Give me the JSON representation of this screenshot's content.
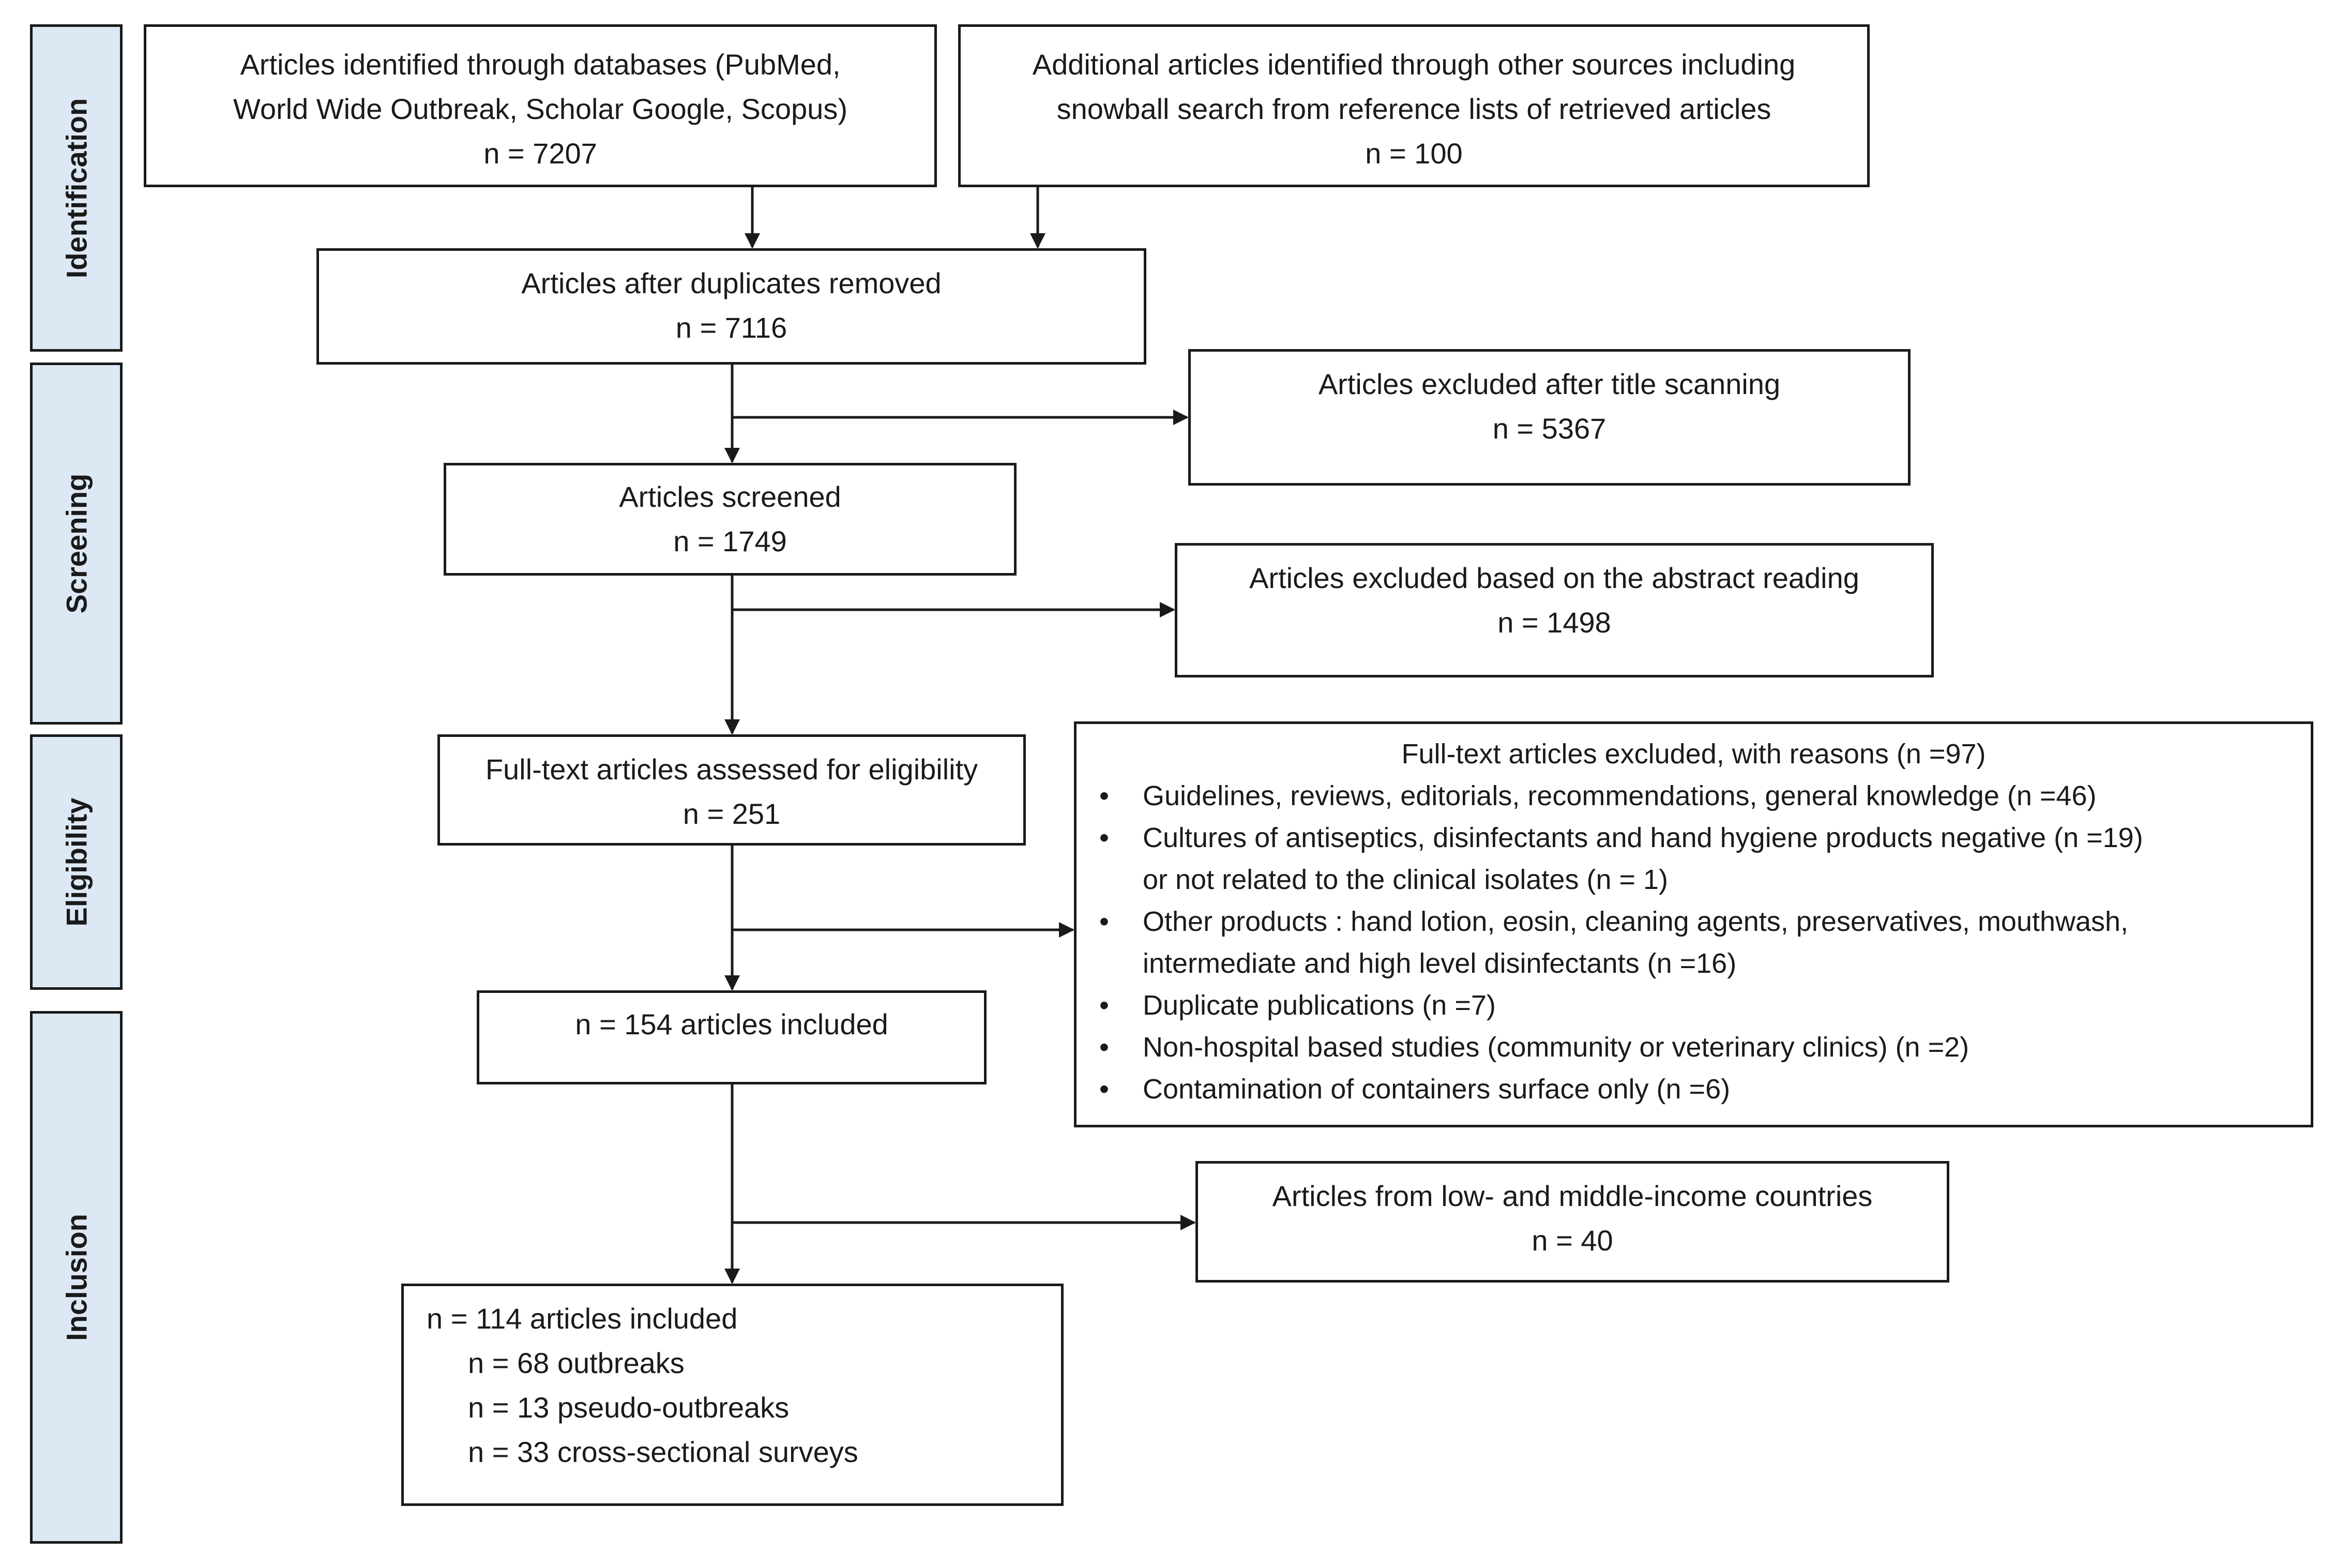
{
  "phases": {
    "identification": "Identification",
    "screening": "Screening",
    "eligibility": "Eligibility",
    "inclusion": "Inclusion"
  },
  "boxes": {
    "databases": {
      "line1": "Articles identified through databases (PubMed,",
      "line2": "World Wide Outbreak, Scholar Google, Scopus)",
      "count": "n = 7207"
    },
    "other_sources": {
      "line1": "Additional articles identified through other sources including",
      "line2": "snowball search from reference lists of retrieved articles",
      "count": "n = 100"
    },
    "duplicates_removed": {
      "line1": "Articles after duplicates removed",
      "count": "n = 7116"
    },
    "excluded_title": {
      "line1": "Articles excluded after title scanning",
      "count": "n = 5367"
    },
    "screened": {
      "line1": "Articles screened",
      "count": "n = 1749"
    },
    "excluded_abstract": {
      "line1": "Articles excluded based on the abstract reading",
      "count": "n = 1498"
    },
    "fulltext_assessed": {
      "line1": "Full-text articles assessed for eligibility",
      "count": "n = 251"
    },
    "fulltext_excluded": {
      "title": "Full-text articles excluded, with reasons (n =97)",
      "reasons": [
        {
          "lines": [
            "Guidelines, reviews, editorials, recommendations, general knowledge (n =46)"
          ]
        },
        {
          "lines": [
            "Cultures of antiseptics, disinfectants and hand hygiene products negative (n =19)",
            "or not related to the clinical isolates (n = 1)"
          ]
        },
        {
          "lines": [
            "Other products : hand lotion, eosin, cleaning agents, preservatives, mouthwash,",
            "intermediate and high level disinfectants (n =16)"
          ]
        },
        {
          "lines": [
            "Duplicate publications  (n =7)"
          ]
        },
        {
          "lines": [
            "Non-hospital based studies (community or veterinary clinics) (n =2)"
          ]
        },
        {
          "lines": [
            "Contamination of containers surface only (n =6)"
          ]
        }
      ]
    },
    "included_154": {
      "line1": "n = 154 articles included"
    },
    "lmic": {
      "line1": "Articles from low- and middle-income countries",
      "count": "n = 40"
    },
    "included_114": {
      "line1": "n = 114 articles included",
      "items": [
        "n = 68 outbreaks",
        "n = 13 pseudo-outbreaks",
        "n = 33 cross-sectional surveys"
      ]
    }
  }
}
